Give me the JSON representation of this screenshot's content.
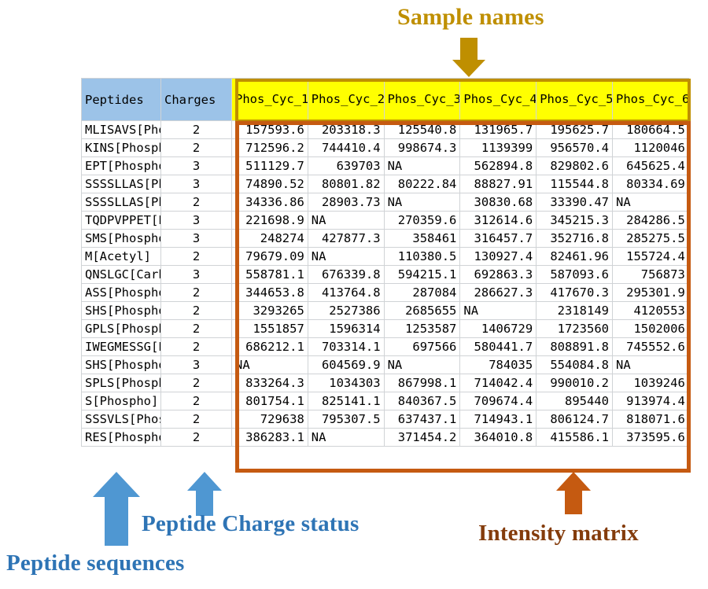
{
  "annotations": {
    "sample_names": {
      "label": "Sample names",
      "color": "#BF8F00",
      "arrow": "down-arrow-icon"
    },
    "peptide_sequences": {
      "label": "Peptide sequences",
      "color": "#2E74B5",
      "arrow": "up-arrow-icon"
    },
    "peptide_charge_status": {
      "label": "Peptide Charge status",
      "color": "#2E74B5",
      "arrow": "up-arrow-icon"
    },
    "intensity_matrix": {
      "label": "Intensity matrix",
      "color": "#C55A11",
      "arrow": "up-arrow-icon"
    }
  },
  "table": {
    "header_colors": {
      "peptide_charge_header_bg": "#9CC3E8",
      "sample_header_bg": "#FFFF00",
      "sample_box_border": "#BF8F00",
      "intensity_box_border": "#C55A11"
    },
    "columns": [
      "Peptides",
      "Charges",
      "Phos_Cyc_1",
      "Phos_Cyc_2",
      "Phos_Cyc_3",
      "Phos_Cyc_4",
      "Phos_Cyc_5",
      "Phos_Cyc_6"
    ],
    "rows": [
      {
        "peptide": "MLISAVS[Phospho]",
        "charge": "2",
        "values": [
          "157593.6",
          "203318.3",
          "125540.8",
          "131965.7",
          "195625.7",
          "180664.5"
        ]
      },
      {
        "peptide": "KINS[Phospho]",
        "charge": "2",
        "values": [
          "712596.2",
          "744410.4",
          "998674.3",
          "1139399",
          "956570.4",
          "1120046"
        ]
      },
      {
        "peptide": "EPT[Phospho]",
        "charge": "3",
        "values": [
          "511129.7",
          "639703",
          "NA",
          "562894.8",
          "829802.6",
          "645625.4"
        ]
      },
      {
        "peptide": "SSSSLLAS[Phospho]",
        "charge": "3",
        "values": [
          "74890.52",
          "80801.82",
          "80222.84",
          "88827.91",
          "115544.8",
          "80334.69"
        ]
      },
      {
        "peptide": "SSSSLLAS[Phospho]",
        "charge": "2",
        "values": [
          "34336.86",
          "28903.73",
          "NA",
          "30830.68",
          "33390.47",
          "NA"
        ]
      },
      {
        "peptide": "TQDPVPPET[Phospho]",
        "charge": "3",
        "values": [
          "221698.9",
          "NA",
          "270359.6",
          "312614.6",
          "345215.3",
          "284286.5"
        ]
      },
      {
        "peptide": "SMS[Phospho]",
        "charge": "3",
        "values": [
          "248274",
          "427877.3",
          "358461",
          "316457.7",
          "352716.8",
          "285275.5"
        ]
      },
      {
        "peptide": "M[Acetyl]",
        "charge": "2",
        "values": [
          "79679.09",
          "NA",
          "110380.5",
          "130927.4",
          "82461.96",
          "155724.4"
        ]
      },
      {
        "peptide": "QNSLGC[Carbamidomethyl]",
        "charge": "3",
        "values": [
          "558781.1",
          "676339.8",
          "594215.1",
          "692863.3",
          "587093.6",
          "756873"
        ]
      },
      {
        "peptide": "ASS[Phospho]",
        "charge": "2",
        "values": [
          "344653.8",
          "413764.8",
          "287084",
          "286627.3",
          "417670.3",
          "295301.9"
        ]
      },
      {
        "peptide": "SHS[Phospho]",
        "charge": "2",
        "values": [
          "3293265",
          "2527386",
          "2685655",
          "NA",
          "2318149",
          "4120553"
        ]
      },
      {
        "peptide": "GPLS[Phospho]",
        "charge": "2",
        "values": [
          "1551857",
          "1596314",
          "1253587",
          "1406729",
          "1723560",
          "1502006"
        ]
      },
      {
        "peptide": "IWEGMESSG[Phospho]",
        "charge": "2",
        "values": [
          "686212.1",
          "703314.1",
          "697566",
          "580441.7",
          "808891.8",
          "745552.6"
        ]
      },
      {
        "peptide": "SHS[Phospho]",
        "charge": "3",
        "values": [
          "NA",
          "604569.9",
          "NA",
          "784035",
          "554084.8",
          "NA"
        ]
      },
      {
        "peptide": "SPLS[Phospho]",
        "charge": "2",
        "values": [
          "833264.3",
          "1034303",
          "867998.1",
          "714042.4",
          "990010.2",
          "1039246"
        ]
      },
      {
        "peptide": "S[Phospho]",
        "charge": "2",
        "values": [
          "801754.1",
          "825141.1",
          "840367.5",
          "709674.4",
          "895440",
          "913974.4"
        ]
      },
      {
        "peptide": "SSSVLS[Phospho]",
        "charge": "2",
        "values": [
          "729638",
          "795307.5",
          "637437.1",
          "714943.1",
          "806124.7",
          "818071.6"
        ]
      },
      {
        "peptide": "RES[Phospho]",
        "charge": "2",
        "values": [
          "386283.1",
          "NA",
          "371454.2",
          "364010.8",
          "415586.1",
          "373595.6"
        ]
      }
    ]
  }
}
